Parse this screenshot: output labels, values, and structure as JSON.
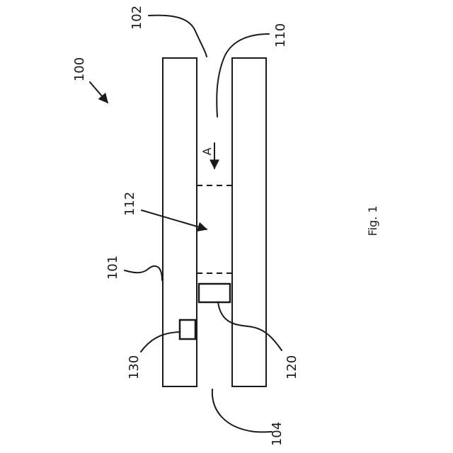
{
  "figure": {
    "caption": "Fig. 1",
    "ref_100": "100",
    "ref_101": "101",
    "ref_102": "102",
    "ref_104": "104",
    "ref_110": "110",
    "ref_112": "112",
    "ref_120": "120",
    "ref_130": "130",
    "flow_label": "A"
  }
}
